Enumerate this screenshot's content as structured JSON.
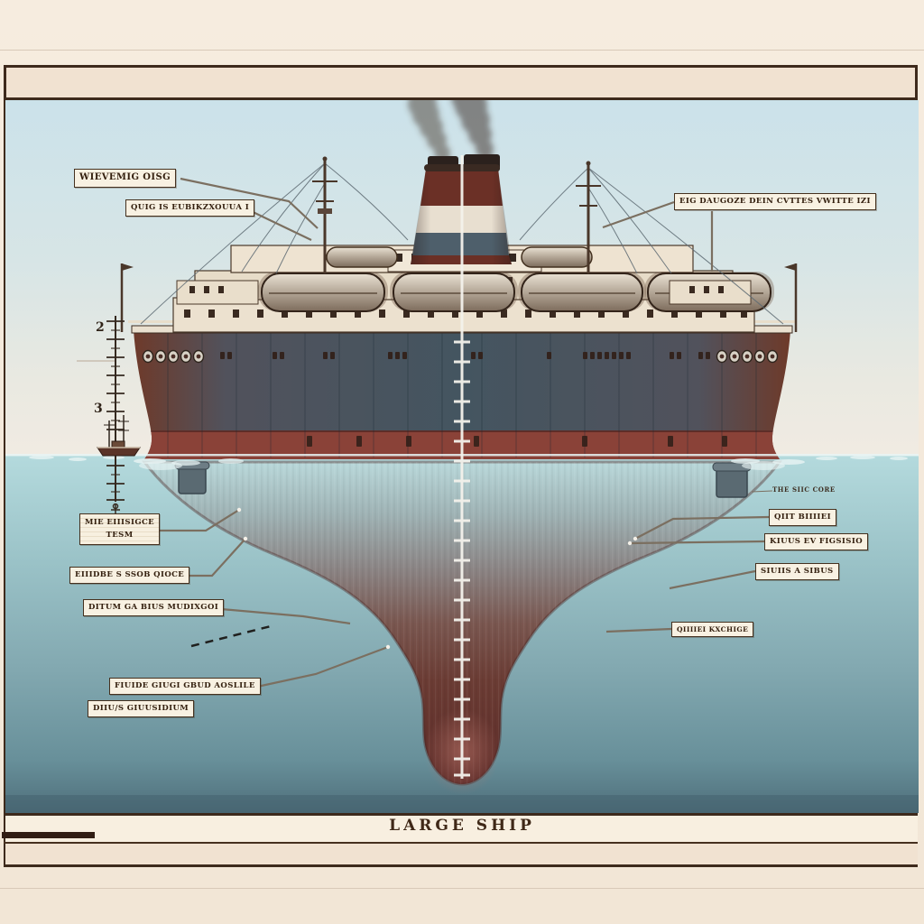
{
  "title_plate": {
    "text": "LARGE SHIP"
  },
  "scale": {
    "numbers": [
      "2",
      "3"
    ]
  },
  "callouts": {
    "top_left": [
      {
        "text": "WIEVEMIG OISG"
      },
      {
        "text": "QUIG IS EUBIKZXOUUA I"
      }
    ],
    "top_right": [
      {
        "text": "EIG DAUGOZE DEIN CVTTES VWITTE IZI"
      }
    ],
    "left": [
      {
        "line1": "MIE EIIISIGCE",
        "line2": "TESM"
      },
      {
        "text": "EIIIDBE S SSOB QIOCE"
      },
      {
        "text": "DITUM GA BIUS MUDIXGOI"
      },
      {
        "text": "FIUIDE GIUGI GBUD AOSLILE"
      },
      {
        "text": "DIIU/S GIUUSIDIUM"
      }
    ],
    "right": [
      {
        "text": "THE SIIC CORE"
      },
      {
        "text": "QIIT BIIIIEI"
      },
      {
        "text": "KIUUS EV FIGSISIO"
      },
      {
        "text": "SIUIIS A SIBUS"
      },
      {
        "text": "QIIIIEI KXCHIGE"
      }
    ]
  },
  "colors": {
    "frame_border": "#3e2a1c",
    "paper": "#f4e9db",
    "sky_top": "#cbe2ea",
    "sky_horizon": "#f1ebe2",
    "water_top": "#b4dadd",
    "water_bottom": "#4f6f7b",
    "hull_slate": "#455661",
    "hull_maroon": "#6b3b2b",
    "boot_stripe": "#8a4238",
    "underwater_deep": "#5d2b28",
    "funnel_maroon": "#6b3026",
    "funnel_cream": "#e8dfd0",
    "funnel_slate": "#4e5f6b",
    "deck_cream": "#ece1cf",
    "smoke": "#4d3d33"
  }
}
